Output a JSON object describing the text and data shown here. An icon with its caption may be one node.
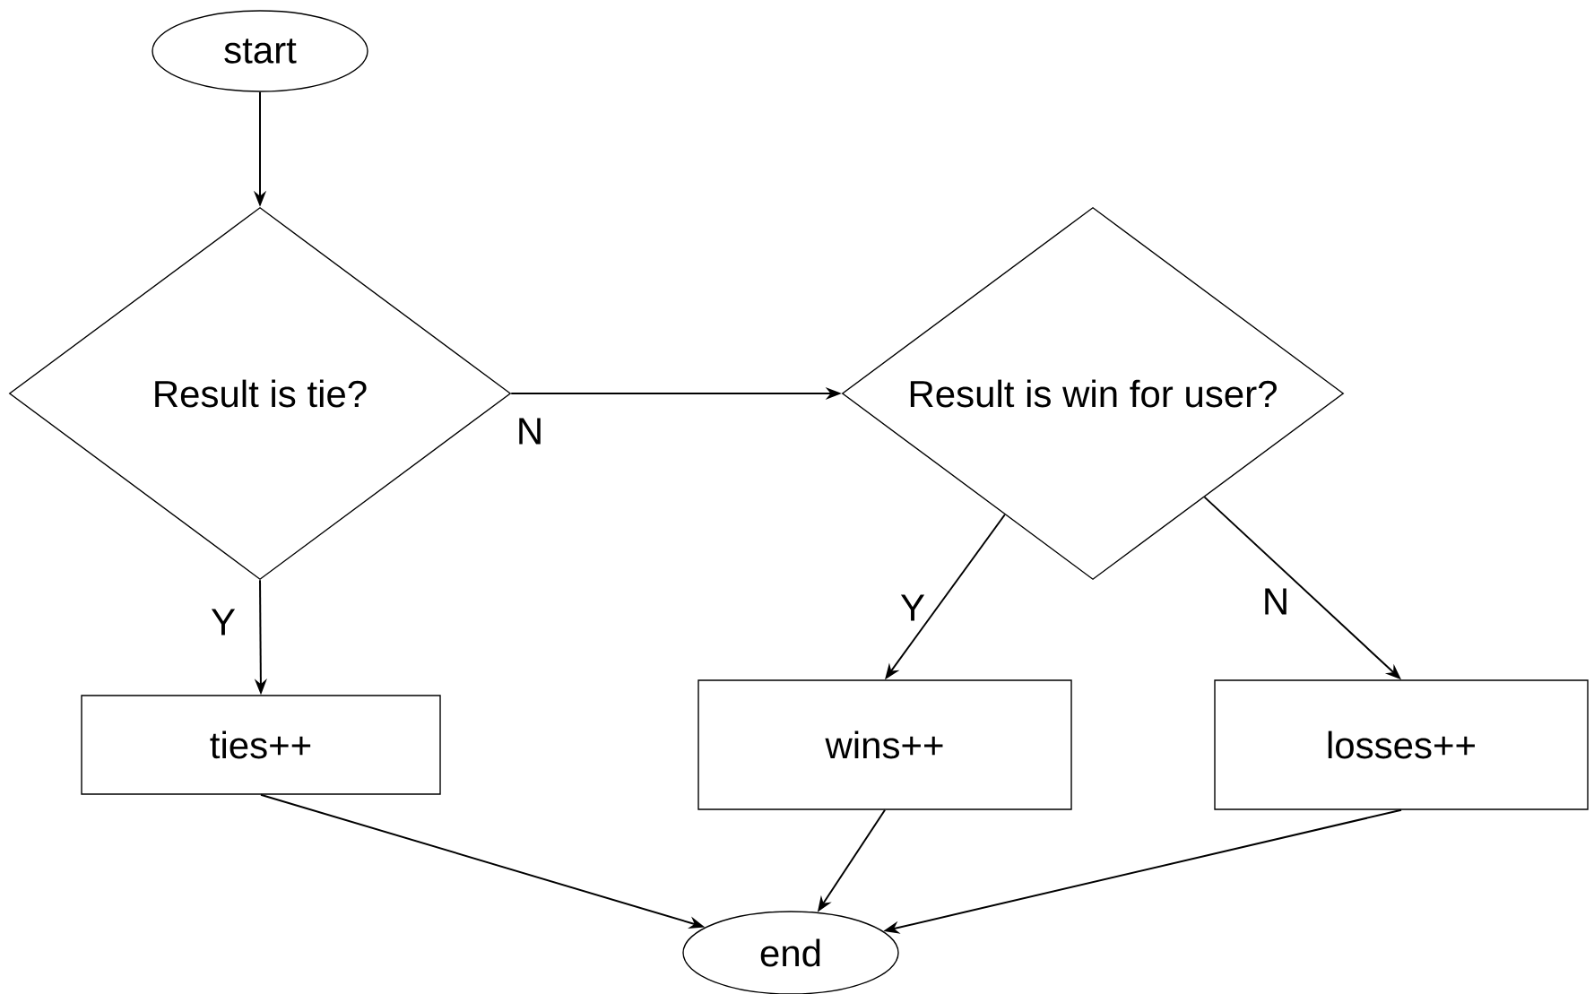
{
  "diagram": {
    "nodes": [
      {
        "text": [
          "start"
        ]
      },
      {
        "text": [
          "Result is tie?"
        ]
      },
      {
        "text": [
          "Result is win for user?"
        ]
      },
      {
        "text": [
          "ties++"
        ]
      },
      {
        "text": [
          "wins++"
        ]
      },
      {
        "text": [
          "losses++"
        ]
      },
      {
        "text": [
          "end"
        ]
      }
    ],
    "edges": [
      {
        "from": 0,
        "to": 1,
        "arrow": "to"
      },
      {
        "from": 1,
        "to": 2,
        "arrow": "to",
        "label": "N"
      },
      {
        "from": 1,
        "to": 3,
        "arrow": "to",
        "label": "Y"
      },
      {
        "from": 2,
        "to": 4,
        "arrow": "to",
        "label": "Y"
      },
      {
        "from": 2,
        "to": 5,
        "arrow": "to",
        "label": "N"
      },
      {
        "from": 3,
        "to": 6,
        "arrow": "to"
      },
      {
        "from": 4,
        "to": 6,
        "arrow": "to"
      },
      {
        "from": 5,
        "to": 6,
        "arrow": "to"
      }
    ]
  }
}
